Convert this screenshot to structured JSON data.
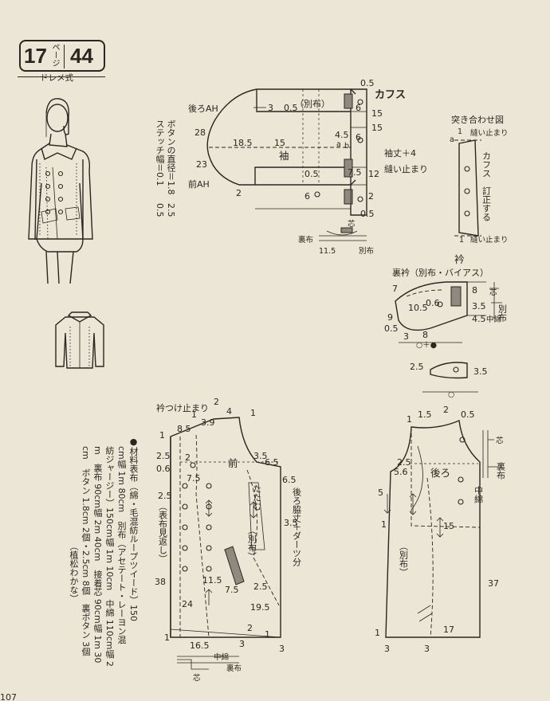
{
  "header": {
    "page_number": "17",
    "page_kana": "ページ",
    "item_number": "44",
    "method": "ドレメ式"
  },
  "notes": {
    "button_diameter": "ボタンの直径＝1.8",
    "button_values": "2.5",
    "stitch_width": "ステッチ幅＝0.1",
    "stitch_values": "0.5"
  },
  "materials": {
    "heading": "●材料",
    "lines": [
      "表布（綿・毛混紡ループツイード）150",
      "cm幅 1m 80cm　別布（アセテート・レーヨン混",
      "紡ジャージー）150cm幅 1m 10cm　中綿 110cm幅 2",
      "m　裏布 90cm幅 2m 40cm　接着芯 90cm幅 1m 30",
      "cm　ボタン 1.8cm 2個・2.5cm 8個　裏ボタン 3個",
      "（植松わかな）"
    ]
  },
  "sleeve": {
    "cuff_title": "カフス",
    "back_ah": "後ろAH",
    "front_ah": "前AH",
    "label": "袖",
    "contrast": "（別布）",
    "sleeve_length": "袖丈＋4",
    "stitch_stop": "縫い止まり",
    "interfacing": "芯",
    "lining": "裏布",
    "contrast_short": "別布",
    "nums": {
      "n05a": "0.5",
      "n3": "3",
      "n05b": "0.5",
      "n6a": "6",
      "n15a": "15",
      "n28": "28",
      "n185": "18.5",
      "n15b": "15",
      "n45": "4.5",
      "n6b": "6",
      "n15c": "15",
      "n23": "23",
      "n05c": "0.5",
      "n75": "7.5",
      "n12": "12",
      "n2a": "2",
      "n6c": "6",
      "n2b": "2",
      "n05d": "0.5",
      "n115": "11.5",
      "a": "a",
      "b": "b"
    }
  },
  "joint": {
    "title": "突き合わせ図",
    "a": "a",
    "stop_top": "縫い止まり",
    "cuff": "カフス",
    "tack": "訂正する",
    "stop_bottom": "縫い止まり",
    "one_a": "1",
    "one_b": "1"
  },
  "collar": {
    "title": "衿",
    "under": "裏衿（別布・バイアス）",
    "interfacing": "芯",
    "contrast": "別布",
    "batting": "中綿",
    "nums": {
      "n7": "7",
      "n105": "10.5",
      "n06": "0.6",
      "n8a": "8",
      "n35a": "3.5",
      "n45": "4.5",
      "n9": "9",
      "n05": "0.5",
      "n3": "3",
      "n8b": "8",
      "mark": "○＋●",
      "n25": "2.5",
      "n35b": "3.5",
      "n_bottom": "○"
    }
  },
  "front": {
    "label": "前",
    "collar_stop": "衿つけ止まり",
    "facing": "（表布見返し）",
    "fold": "たたむ",
    "contrast": "（別布）",
    "side_note": "後ろ脇丈＋ダーツ分",
    "batting": "中綿",
    "lining": "裏布",
    "interfacing": "芯",
    "nums": {
      "n2a": "2",
      "n4": "4",
      "n1a": "1",
      "n1b": "1",
      "n1c": "1",
      "n39": "3.9",
      "n85": "8.5",
      "n25a": "2.5",
      "n2b": "2",
      "n06": "0.6",
      "n35": "3.5",
      "n65a": "6.5",
      "n75a": "7.5",
      "n25b": "2.5",
      "n65b": "6.5",
      "n35b": "3.5",
      "n38": "38",
      "n115": "11.5",
      "n75b": "7.5",
      "n25c": "2.5",
      "n24": "24",
      "n195": "19.5",
      "n165": "16.5",
      "n3a": "3",
      "n3b": "3",
      "n1d": "1",
      "n1e": "1",
      "n2c": "2"
    }
  },
  "back": {
    "label": "後ろ",
    "contrast": "（別布）",
    "interfacing": "芯",
    "lining": "裏布",
    "batting": "中綿",
    "nums": {
      "n15": "1.5",
      "n2": "2",
      "n05": "0.5",
      "n1a": "1",
      "n25": "2.5",
      "n56": "5.6",
      "n5": "5",
      "n1b": "1",
      "n15b": "15",
      "n37": "37",
      "n17": "17",
      "n1c": "1",
      "n3a": "3",
      "n3b": "3"
    }
  },
  "footer": {
    "page": "107"
  }
}
